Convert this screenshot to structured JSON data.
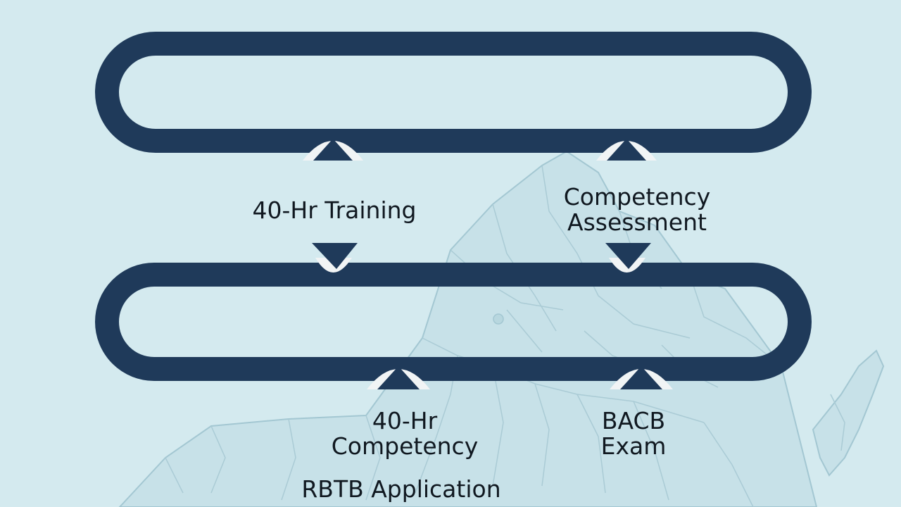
{
  "colors": {
    "background": "#d4eaef",
    "track": "#1f3a5a",
    "marker_rim": "#f1f4f5",
    "map_lines": "#9fc3ce",
    "map_fill": "#c3dfe6",
    "text": "#101820"
  },
  "steps": {
    "training": "40-Hr Training",
    "competency_assessment": [
      "Competency",
      "Assessment"
    ],
    "hr_competency": [
      "40-Hr",
      "Competency"
    ],
    "bacb_exam": [
      "BACB",
      "Exam"
    ],
    "rbt_application": "RBTB Application"
  },
  "icons": {
    "up_marker": "triangle-up-icon",
    "down_marker": "triangle-down-icon"
  }
}
